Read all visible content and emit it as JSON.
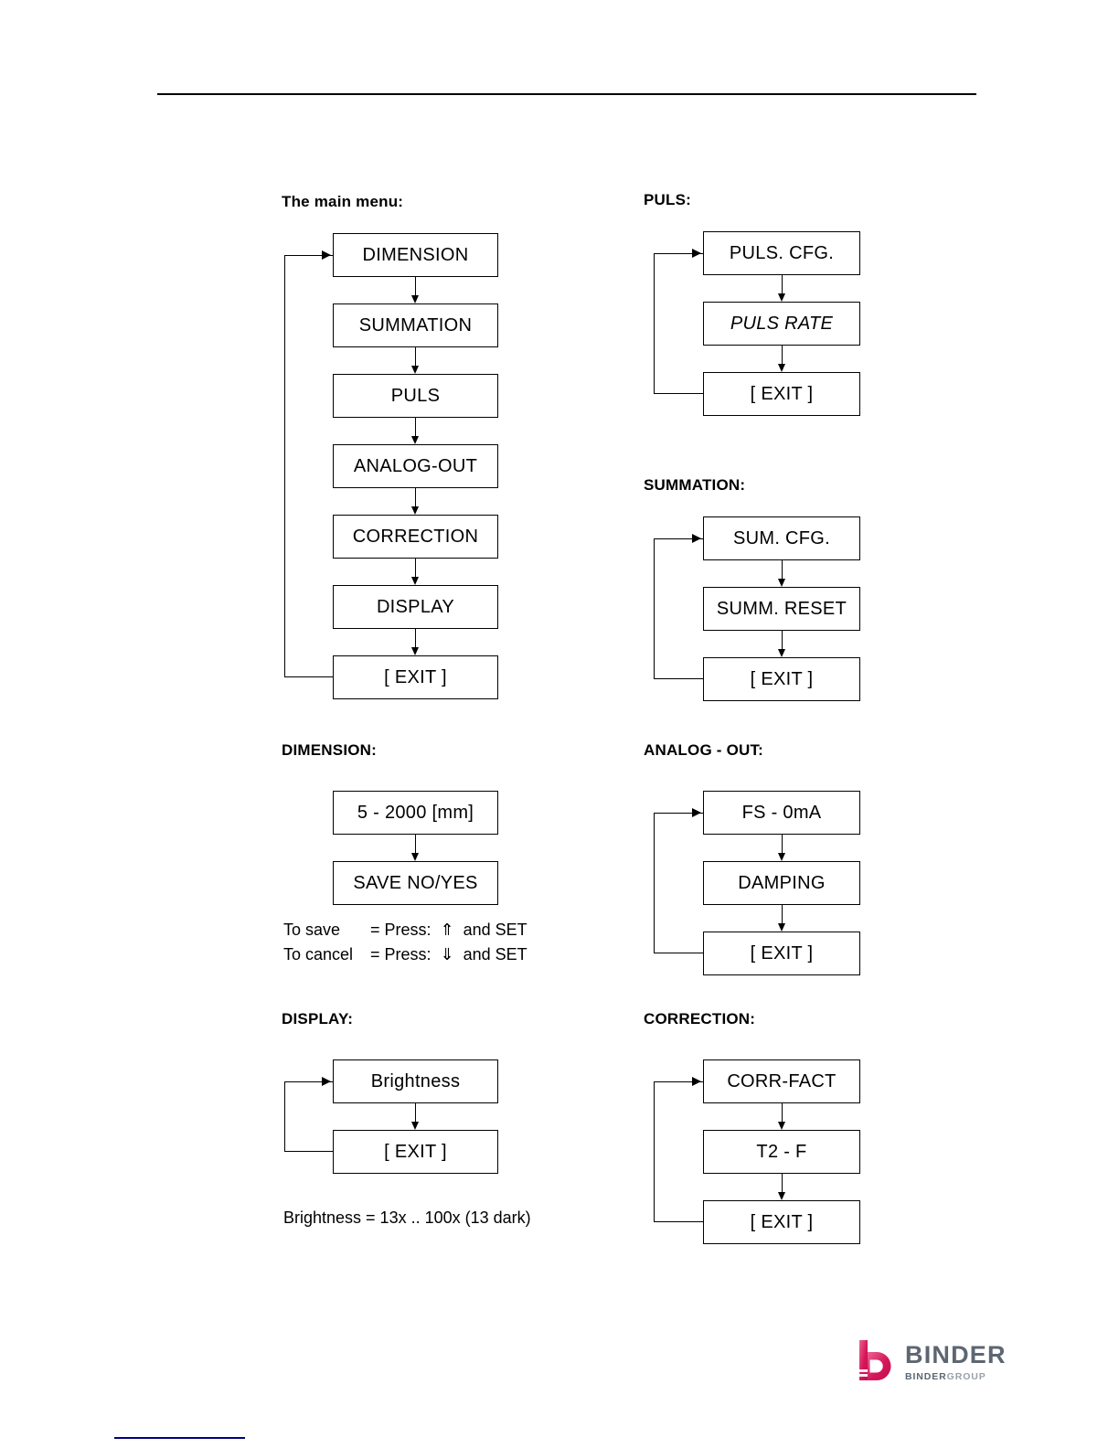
{
  "page": {
    "top_rule": "horizontal-rule",
    "bottom_rule": "navy-rule"
  },
  "sections": {
    "main_menu": {
      "title": "The main menu:",
      "nodes": [
        "DIMENSION",
        "SUMMATION",
        "PULS",
        "ANALOG-OUT",
        "CORRECTION",
        "DISPLAY",
        "[ EXIT ]"
      ]
    },
    "puls": {
      "title": "PULS:",
      "nodes": [
        "PULS. CFG.",
        "PULS RATE",
        "[ EXIT ]"
      ],
      "italic_index": 1
    },
    "summation": {
      "title": "SUMMATION:",
      "nodes": [
        "SUM. CFG.",
        "SUMM. RESET",
        "[ EXIT ]"
      ]
    },
    "dimension": {
      "title": "DIMENSION:",
      "nodes": [
        "5 - 2000 [mm]",
        "SAVE NO/YES"
      ],
      "notes": [
        {
          "label": "To save",
          "value": "= Press:  ⇑  and SET"
        },
        {
          "label": "To cancel",
          "value": "= Press:  ⇓  and SET"
        }
      ]
    },
    "analog_out": {
      "title": "ANALOG - OUT:",
      "nodes": [
        "FS - 0mA",
        "DAMPING",
        "[ EXIT ]"
      ]
    },
    "display": {
      "title": "DISPLAY:",
      "nodes": [
        "Brightness",
        "[ EXIT ]"
      ],
      "note": "Brightness = 13x .. 100x (13 dark)"
    },
    "correction": {
      "title": "CORRECTION:",
      "nodes": [
        "CORR-FACT",
        "T2 - F",
        "[ EXIT ]"
      ]
    }
  },
  "logo": {
    "mark": "b-mark",
    "word": "BINDER",
    "sub_a": "BINDER",
    "sub_b": "GROUP",
    "color_primary": "#d6155a",
    "color_secondary": "#e8638f",
    "color_text": "#5d6671"
  }
}
